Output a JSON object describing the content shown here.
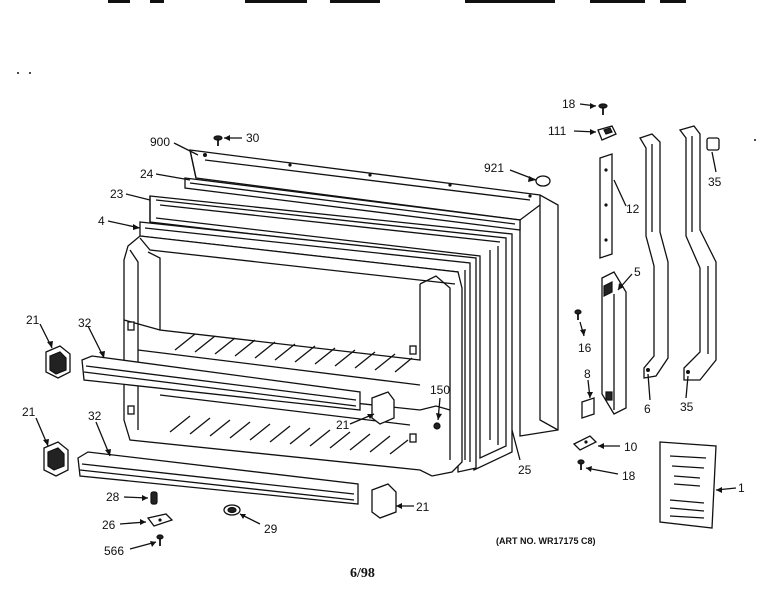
{
  "callouts": [
    {
      "id": "c18a",
      "text": "18"
    },
    {
      "id": "c111",
      "text": "111"
    },
    {
      "id": "c900",
      "text": "900"
    },
    {
      "id": "c30",
      "text": "30"
    },
    {
      "id": "c921",
      "text": "921"
    },
    {
      "id": "c35a",
      "text": "35"
    },
    {
      "id": "c24",
      "text": "24"
    },
    {
      "id": "c23",
      "text": "23"
    },
    {
      "id": "c12",
      "text": "12"
    },
    {
      "id": "c4",
      "text": "4"
    },
    {
      "id": "c5",
      "text": "5"
    },
    {
      "id": "c21a",
      "text": "21"
    },
    {
      "id": "c32a",
      "text": "32"
    },
    {
      "id": "c16",
      "text": "16"
    },
    {
      "id": "c8",
      "text": "8"
    },
    {
      "id": "c150",
      "text": "150"
    },
    {
      "id": "c6",
      "text": "6"
    },
    {
      "id": "c35b",
      "text": "35"
    },
    {
      "id": "c21b",
      "text": "21"
    },
    {
      "id": "c21c",
      "text": "21"
    },
    {
      "id": "c32b",
      "text": "32"
    },
    {
      "id": "c10",
      "text": "10"
    },
    {
      "id": "c25",
      "text": "25"
    },
    {
      "id": "c18b",
      "text": "18"
    },
    {
      "id": "c1",
      "text": "1"
    },
    {
      "id": "c28",
      "text": "28"
    },
    {
      "id": "c26",
      "text": "26"
    },
    {
      "id": "c29",
      "text": "29"
    },
    {
      "id": "c21d",
      "text": "21"
    },
    {
      "id": "c566",
      "text": "566"
    }
  ],
  "art_number": "(ART NO. WR17175 C8)",
  "date_code": "6/98"
}
